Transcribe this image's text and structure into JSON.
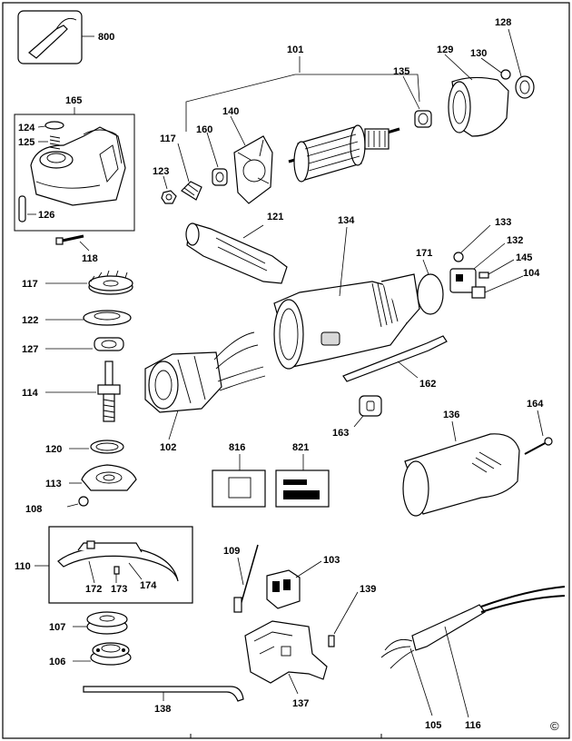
{
  "labels": {
    "p800": "800",
    "p101": "101",
    "p128": "128",
    "p129": "129",
    "p130": "130",
    "p135": "135",
    "p165": "165",
    "p124": "124",
    "p125": "125",
    "p126": "126",
    "p117a": "117",
    "p160": "160",
    "p140": "140",
    "p123": "123",
    "p118": "118",
    "p121": "121",
    "p134": "134",
    "p133": "133",
    "p132": "132",
    "p171": "171",
    "p145": "145",
    "p104": "104",
    "p117b": "117",
    "p122": "122",
    "p127": "127",
    "p114": "114",
    "p102": "102",
    "p162": "162",
    "p163": "163",
    "p164": "164",
    "p136": "136",
    "p120": "120",
    "p113": "113",
    "p108": "108",
    "p816": "816",
    "p821": "821",
    "p110": "110",
    "p172": "172",
    "p173": "173",
    "p174": "174",
    "p109": "109",
    "p103": "103",
    "p139": "139",
    "p107": "107",
    "p106": "106",
    "p138": "138",
    "p137": "137",
    "p105": "105",
    "p116": "116"
  },
  "copyright": "©"
}
